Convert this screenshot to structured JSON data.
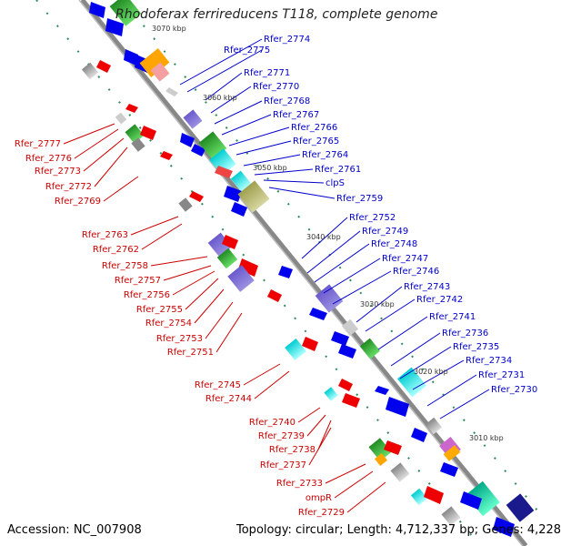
{
  "title": "Rhodoferax ferrireducens T118, complete genome",
  "footer": {
    "accession": "Accession: NC_007908",
    "topology": "Topology: circular; Length: 4,712,337 bp; Genes: 4,228"
  },
  "colors": {
    "right_label": "#0000cc",
    "left_label": "#cc0000",
    "forward_gene": "#0000ee",
    "reverse_gene": "#ee0000",
    "backbone": "#888888",
    "scale_tick": "#228b22",
    "tick_text": "#333333"
  },
  "scale_ticks": [
    "3070 kbp",
    "3060 kbp",
    "3050 kbp",
    "3040 kbp",
    "3030 kbp",
    "3020 kbp",
    "3010 kbp"
  ],
  "right_genes": [
    "Rfer_2774",
    "Rfer_2775",
    "Rfer_2771",
    "Rfer_2770",
    "Rfer_2768",
    "Rfer_2767",
    "Rfer_2766",
    "Rfer_2765",
    "Rfer_2764",
    "Rfer_2761",
    "clpS",
    "Rfer_2759",
    "Rfer_2752",
    "Rfer_2749",
    "Rfer_2748",
    "Rfer_2747",
    "Rfer_2746",
    "Rfer_2743",
    "Rfer_2742",
    "Rfer_2741",
    "Rfer_2736",
    "Rfer_2735",
    "Rfer_2734",
    "Rfer_2731",
    "Rfer_2730"
  ],
  "left_genes": [
    "Rfer_2777",
    "Rfer_2776",
    "Rfer_2773",
    "Rfer_2772",
    "Rfer_2769",
    "Rfer_2763",
    "Rfer_2762",
    "Rfer_2758",
    "Rfer_2757",
    "Rfer_2756",
    "Rfer_2755",
    "Rfer_2754",
    "Rfer_2753",
    "Rfer_2751",
    "Rfer_2745",
    "Rfer_2744",
    "Rfer_2740",
    "Rfer_2739",
    "Rfer_2738",
    "Rfer_2737",
    "Rfer_2733",
    "ompR",
    "Rfer_2729"
  ]
}
